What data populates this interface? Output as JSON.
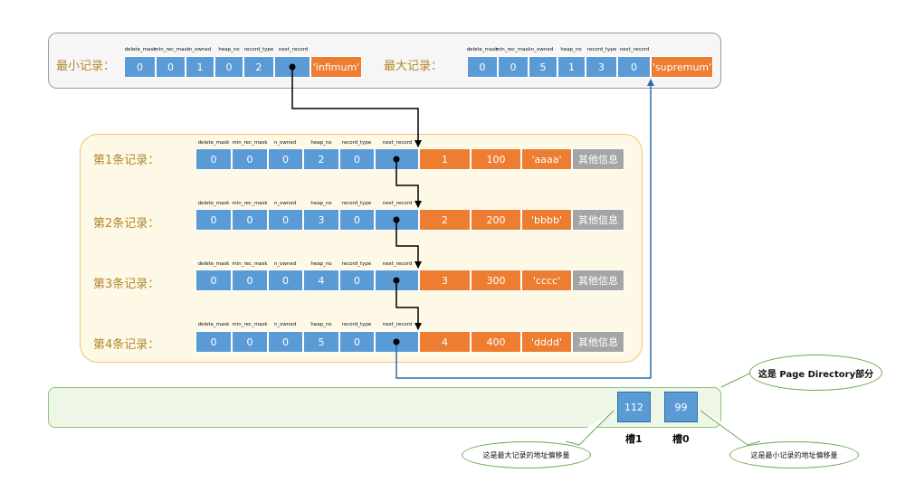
{
  "field_headers": [
    "delete_mask",
    "min_rec_mask",
    "n_owned",
    "heap_no",
    "record_type",
    "next_record"
  ],
  "infimum": {
    "label": "最小记录：",
    "values": [
      "0",
      "0",
      "1",
      "0",
      "2",
      ""
    ],
    "data": "'infimum'"
  },
  "supremum": {
    "label": "最大记录：",
    "values": [
      "0",
      "0",
      "5",
      "1",
      "3",
      "0"
    ],
    "data": "'supremum'"
  },
  "records": [
    {
      "label": "第1条记录：",
      "values": [
        "0",
        "0",
        "0",
        "2",
        "0",
        ""
      ],
      "data": [
        "1",
        "100",
        "'aaaa'"
      ],
      "other": "其他信息"
    },
    {
      "label": "第2条记录：",
      "values": [
        "0",
        "0",
        "0",
        "3",
        "0",
        ""
      ],
      "data": [
        "2",
        "200",
        "'bbbb'"
      ],
      "other": "其他信息"
    },
    {
      "label": "第3条记录：",
      "values": [
        "0",
        "0",
        "0",
        "4",
        "0",
        ""
      ],
      "data": [
        "3",
        "300",
        "'cccc'"
      ],
      "other": "其他信息"
    },
    {
      "label": "第4条记录：",
      "values": [
        "0",
        "0",
        "0",
        "5",
        "0",
        ""
      ],
      "data": [
        "4",
        "400",
        "'dddd'"
      ],
      "other": "其他信息"
    }
  ],
  "page_directory": {
    "callout": "这是 Page Directory部分",
    "slots": [
      {
        "value": "112",
        "name": "槽1"
      },
      {
        "value": "99",
        "name": "槽0"
      }
    ],
    "slot1_note": "这是最大记录的地址偏移量",
    "slot0_note": "这是最小记录的地址偏移量"
  },
  "colors": {
    "header_cells": "#5b9bd5",
    "data_cells": "#ed7d31",
    "other_cells": "#a5a5a5",
    "record_panel": "#fef8e6",
    "directory_panel": "#eef6e8"
  }
}
